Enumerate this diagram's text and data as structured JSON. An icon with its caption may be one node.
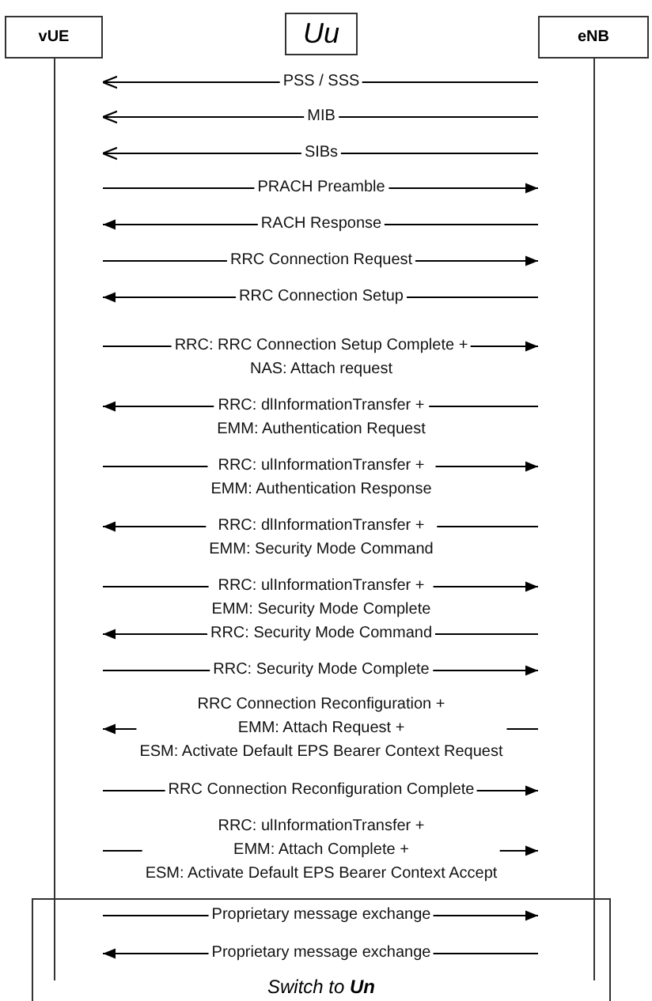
{
  "diagram": {
    "nodes": [
      {
        "text": [
          "vUE"
        ]
      },
      {
        "text": [
          "Uu"
        ]
      },
      {
        "text": [
          "eNB"
        ]
      }
    ],
    "labels": [
      "Switch to **Un**"
    ],
    "edges": [
      {
        "from": 2,
        "to": 0,
        "arrow": "to",
        "label": "PSS / SSS"
      },
      {
        "from": 2,
        "to": 0,
        "arrow": "to",
        "label": "MIB"
      },
      {
        "from": 2,
        "to": 0,
        "arrow": "to",
        "label": "SIBs"
      },
      {
        "from": 0,
        "to": 2,
        "arrow": "to",
        "label": "PRACH Preamble"
      },
      {
        "from": 2,
        "to": 0,
        "arrow": "to",
        "label": "RACH Response"
      },
      {
        "from": 0,
        "to": 2,
        "arrow": "to",
        "label": "RRC Connection Request"
      },
      {
        "from": 2,
        "to": 0,
        "arrow": "to",
        "label": "RRC Connection Setup"
      },
      {
        "from": 0,
        "to": 2,
        "arrow": "to",
        "label": "RRC: RRC Connection Setup Complete + NAS: Attach request"
      },
      {
        "from": 2,
        "to": 0,
        "arrow": "to",
        "label": "RRC: dlInformationTransfer + EMM: Authentication Request"
      },
      {
        "from": 0,
        "to": 2,
        "arrow": "to",
        "label": "RRC: ulInformationTransfer + EMM: Authentication Response"
      },
      {
        "from": 2,
        "to": 0,
        "arrow": "to",
        "label": "RRC: dlInformationTransfer + EMM: Security Mode Command"
      },
      {
        "from": 0,
        "to": 2,
        "arrow": "to",
        "label": "RRC: ulInformationTransfer + EMM: Security Mode Complete"
      },
      {
        "from": 2,
        "to": 0,
        "arrow": "to",
        "label": "RRC: Security Mode Command"
      },
      {
        "from": 0,
        "to": 2,
        "arrow": "to",
        "label": "RRC: Security Mode Complete"
      },
      {
        "from": 2,
        "to": 0,
        "arrow": "to",
        "label": "RRC Connection Reconfiguration + EMM: Attach Request + ESM: Activate Default EPS Bearer Context Request"
      },
      {
        "from": 0,
        "to": 2,
        "arrow": "to",
        "label": "RRC Connection Reconfiguration Complete"
      },
      {
        "from": 0,
        "to": 2,
        "arrow": "to",
        "label": "RRC: ulInformationTransfer + EMM: Attach Complete + ESM: Activate Default EPS Bearer Context Accept"
      },
      {
        "from": 0,
        "to": 2,
        "arrow": "to",
        "label": "Proprietary message exchange"
      },
      {
        "from": 2,
        "to": 0,
        "arrow": "to",
        "label": "Proprietary message exchange"
      }
    ]
  }
}
